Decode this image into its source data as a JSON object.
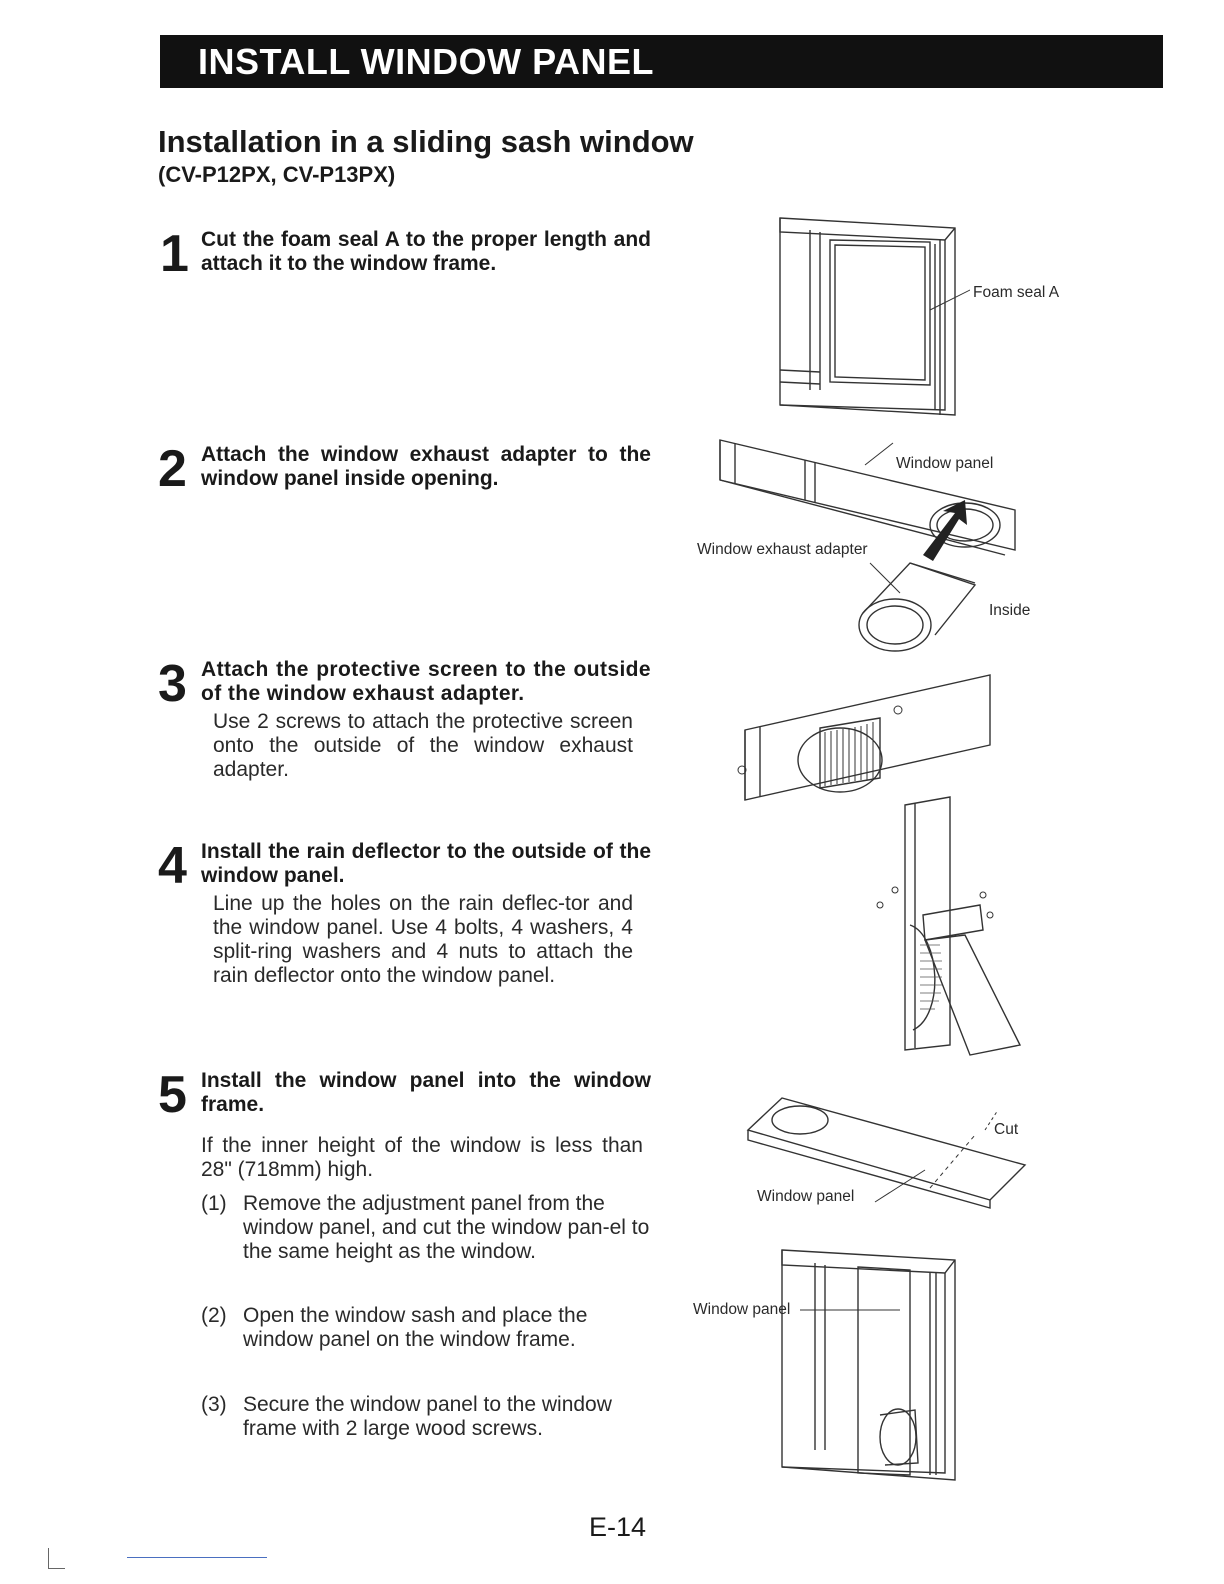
{
  "banner": {
    "title": "INSTALL WINDOW PANEL"
  },
  "section": {
    "heading": "Installation in a sliding sash window",
    "models": "(CV-P12PX, CV-P13PX)"
  },
  "steps": [
    {
      "number": "1",
      "title": "Cut the foam seal A to the proper length and attach it to the window frame."
    },
    {
      "number": "2",
      "title": "Attach the window exhaust adapter to the window panel inside opening."
    },
    {
      "number": "3",
      "title": "Attach the protective screen to the outside of the window exhaust adapter.",
      "body": "Use 2 screws to attach the protective screen onto the outside of the window exhaust adapter."
    },
    {
      "number": "4",
      "title": "Install the rain deflector to the outside of the window panel.",
      "body": "Line up the holes on the rain deflec-tor and the window panel. Use 4 bolts, 4 washers, 4 split-ring washers and 4 nuts to attach the rain deflector onto the window panel."
    },
    {
      "number": "5",
      "title": "Install the window panel into the window frame.",
      "body": "If the inner height of the window is less than 28\" (718mm) high.",
      "sub_steps": [
        {
          "n": "(1)",
          "text": "Remove the adjustment panel from the window panel, and cut the window pan-el to the same height as the window."
        },
        {
          "n": "(2)",
          "text": "Open the window sash and place the window panel on the window frame."
        },
        {
          "n": "(3)",
          "text": "Secure the window panel to the window frame with 2 large wood screws."
        }
      ]
    }
  ],
  "figure_labels": {
    "foam_seal": "Foam seal A",
    "window_panel_1": "Window panel",
    "exhaust_adapter": "Window exhaust adapter",
    "inside": "Inside",
    "cut": "Cut",
    "window_panel_2": "Window panel",
    "window_panel_3": "Window panel"
  },
  "page_number": "E-14"
}
